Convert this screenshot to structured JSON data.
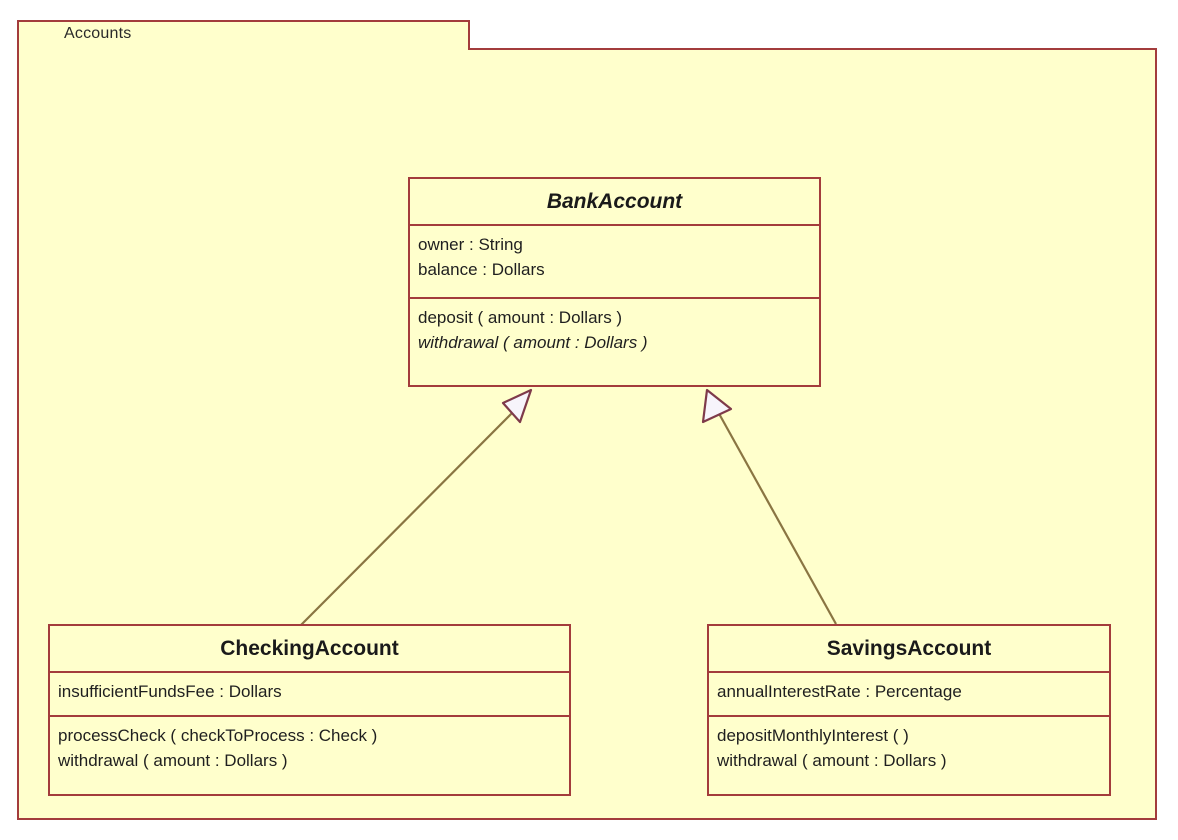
{
  "diagram": {
    "kind": "uml-class-diagram",
    "colors": {
      "background": "#ffffcc",
      "border": "#a33c3c",
      "connector": "#8a7542",
      "arrowhead_fill": "#f7f4fb",
      "text": "#1a1a1a"
    }
  },
  "package": {
    "name": "Accounts"
  },
  "classes": [
    {
      "id": "bank-account",
      "name": "BankAccount",
      "abstract": true,
      "attributes": [
        {
          "text": "owner : String",
          "abstract": false
        },
        {
          "text": "balance : Dollars",
          "abstract": false
        }
      ],
      "operations": [
        {
          "text": "deposit ( amount : Dollars )",
          "abstract": false
        },
        {
          "text": "withdrawal ( amount : Dollars )",
          "abstract": true
        }
      ]
    },
    {
      "id": "checking-account",
      "name": "CheckingAccount",
      "abstract": false,
      "attributes": [
        {
          "text": "insufficientFundsFee : Dollars",
          "abstract": false
        }
      ],
      "operations": [
        {
          "text": "processCheck ( checkToProcess : Check )",
          "abstract": false
        },
        {
          "text": "withdrawal ( amount : Dollars )",
          "abstract": false
        }
      ]
    },
    {
      "id": "savings-account",
      "name": "SavingsAccount",
      "abstract": false,
      "attributes": [
        {
          "text": "annualInterestRate : Percentage",
          "abstract": false
        }
      ],
      "operations": [
        {
          "text": "depositMonthlyInterest ( )",
          "abstract": false
        },
        {
          "text": "withdrawal ( amount : Dollars )",
          "abstract": false
        }
      ]
    }
  ],
  "relationships": [
    {
      "id": "checking-generalization",
      "type": "generalization",
      "from": "CheckingAccount",
      "to": "BankAccount",
      "label": ""
    },
    {
      "id": "savings-generalization",
      "type": "generalization",
      "from": "SavingsAccount",
      "to": "BankAccount",
      "label": ""
    }
  ]
}
